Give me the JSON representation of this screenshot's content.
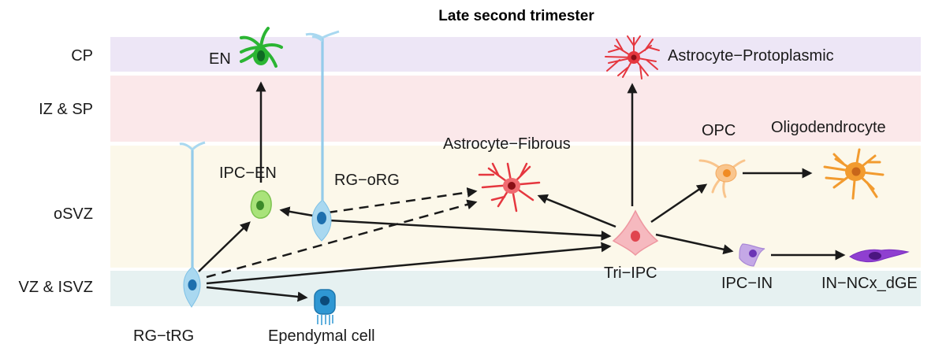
{
  "title": "Late second trimester",
  "zones": [
    {
      "label": "CP",
      "color": "#ede6f6"
    },
    {
      "label": "IZ & SP",
      "color": "#fbe8ea"
    },
    {
      "label": "oSVZ",
      "color": "#fcf8ea"
    },
    {
      "label": "VZ & ISVZ",
      "color": "#e6f1f1"
    }
  ],
  "cells": {
    "en": {
      "label": "EN",
      "color": "#2bb533",
      "nucleus": "#0f6b24"
    },
    "ipc_en": {
      "label": "IPC−EN",
      "color": "#a9e37a",
      "nucleus": "#3c8a29"
    },
    "rg_org": {
      "label": "RG−oRG",
      "color": "#a9d8f0",
      "nucleus": "#1d6fae"
    },
    "rg_trg": {
      "label": "RG−tRG",
      "color": "#a9d8f0",
      "nucleus": "#1d6fae"
    },
    "ependymal": {
      "label": "Ependymal cell",
      "color": "#2f97d3",
      "nucleus": "#0b4a7a"
    },
    "astro_fibrous": {
      "label": "Astrocyte−Fibrous",
      "color": "#e5373f",
      "nucleus": "#8a0f16"
    },
    "astro_proto": {
      "label": "Astrocyte−Protoplasmic",
      "color": "#e5373f",
      "nucleus": "#8a0f16"
    },
    "tri_ipc": {
      "label": "Tri−IPC",
      "color": "#f6b9bf",
      "nucleus": "#e0454f"
    },
    "opc": {
      "label": "OPC",
      "color": "#f9c58d",
      "nucleus": "#f08b24"
    },
    "oligo": {
      "label": "Oligodendrocyte",
      "color": "#f29b2f",
      "nucleus": "#c8661a"
    },
    "ipc_in": {
      "label": "IPC−IN",
      "color": "#c4a8e6",
      "nucleus": "#6b35b5"
    },
    "in_ncx": {
      "label": "IN−NCx_dGE",
      "color": "#8f3fd0",
      "nucleus": "#4b1680"
    }
  },
  "arrows": [
    {
      "from": "IPC−EN",
      "to": "EN",
      "style": "solid"
    },
    {
      "from": "RG−oRG",
      "to": "IPC−EN",
      "style": "solid"
    },
    {
      "from": "RG−oRG",
      "to": "Astrocyte−Fibrous",
      "style": "dashed"
    },
    {
      "from": "RG−oRG",
      "to": "Tri−IPC",
      "style": "solid"
    },
    {
      "from": "RG−tRG",
      "to": "IPC−EN",
      "style": "solid"
    },
    {
      "from": "RG−tRG",
      "to": "Astrocyte−Fibrous",
      "style": "dashed"
    },
    {
      "from": "RG−tRG",
      "to": "Tri−IPC",
      "style": "solid"
    },
    {
      "from": "RG−tRG",
      "to": "Ependymal cell",
      "style": "solid"
    },
    {
      "from": "Tri−IPC",
      "to": "Astrocyte−Protoplasmic",
      "style": "solid"
    },
    {
      "from": "Tri−IPC",
      "to": "Astrocyte−Fibrous",
      "style": "solid"
    },
    {
      "from": "Tri−IPC",
      "to": "OPC",
      "style": "solid"
    },
    {
      "from": "Tri−IPC",
      "to": "IPC−IN",
      "style": "solid"
    },
    {
      "from": "OPC",
      "to": "Oligodendrocyte",
      "style": "solid"
    },
    {
      "from": "IPC−IN",
      "to": "IN−NCx_dGE",
      "style": "solid"
    }
  ]
}
